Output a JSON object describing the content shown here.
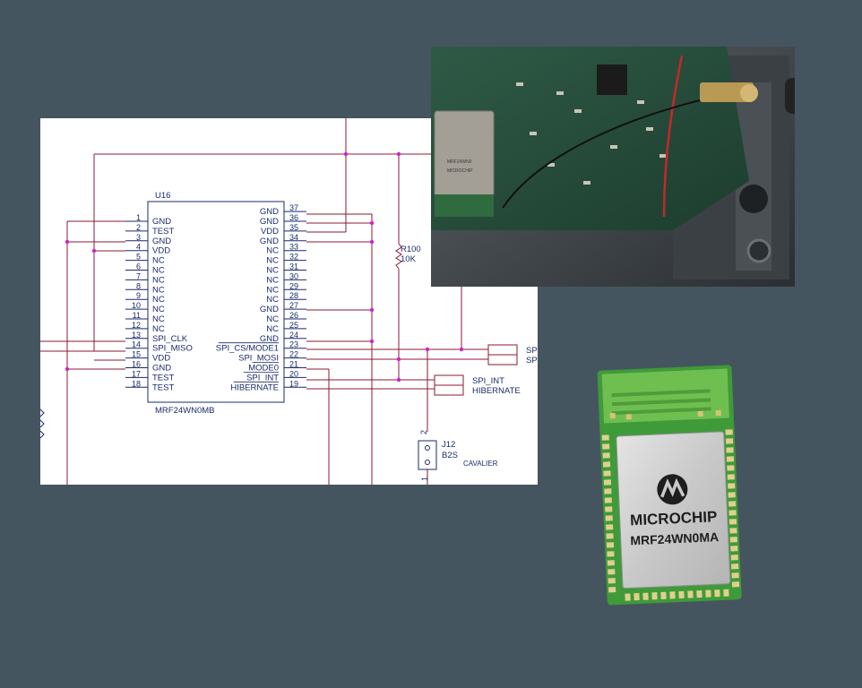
{
  "schematic": {
    "component_ref": "U16",
    "component_name": "MRF24WN0MB",
    "left_pins": [
      {
        "num": "1",
        "name": "GND"
      },
      {
        "num": "2",
        "name": "TEST"
      },
      {
        "num": "3",
        "name": "GND"
      },
      {
        "num": "4",
        "name": "VDD"
      },
      {
        "num": "5",
        "name": "NC"
      },
      {
        "num": "6",
        "name": "NC"
      },
      {
        "num": "7",
        "name": "NC"
      },
      {
        "num": "8",
        "name": "NC"
      },
      {
        "num": "9",
        "name": "NC"
      },
      {
        "num": "10",
        "name": "NC"
      },
      {
        "num": "11",
        "name": "NC"
      },
      {
        "num": "12",
        "name": "NC"
      },
      {
        "num": "13",
        "name": "SPI_CLK"
      },
      {
        "num": "14",
        "name": "SPI_MISO"
      },
      {
        "num": "15",
        "name": "VDD"
      },
      {
        "num": "16",
        "name": "GND"
      },
      {
        "num": "17",
        "name": "TEST"
      },
      {
        "num": "18",
        "name": "TEST"
      }
    ],
    "right_pins": [
      {
        "num": "37",
        "name": "GND"
      },
      {
        "num": "36",
        "name": "GND"
      },
      {
        "num": "35",
        "name": "VDD"
      },
      {
        "num": "34",
        "name": "GND"
      },
      {
        "num": "33",
        "name": "NC"
      },
      {
        "num": "32",
        "name": "NC"
      },
      {
        "num": "31",
        "name": "NC"
      },
      {
        "num": "30",
        "name": "NC"
      },
      {
        "num": "29",
        "name": "NC"
      },
      {
        "num": "28",
        "name": "NC"
      },
      {
        "num": "27",
        "name": "GND"
      },
      {
        "num": "26",
        "name": "NC"
      },
      {
        "num": "25",
        "name": "NC"
      },
      {
        "num": "24",
        "name": "GND"
      },
      {
        "num": "23",
        "name": "SPI_CS/MODE1"
      },
      {
        "num": "22",
        "name": "SPI_MOSI"
      },
      {
        "num": "21",
        "name": "MODE0"
      },
      {
        "num": "20",
        "name": "SPI_INT"
      },
      {
        "num": "19",
        "name": "HIBERNATE"
      }
    ],
    "resistor_ref": "R100",
    "resistor_value": "10K",
    "net_labels": [
      "SP",
      "SP",
      "SPI_INT",
      "HIBERNATE"
    ],
    "connector_ref": "J12",
    "connector_type": "B2S",
    "connector_note": "CAVALIER",
    "connector_pin_top": "2",
    "connector_pin_bottom": "1",
    "colors": {
      "wire": "#8b1a33",
      "junction": "#d020d0",
      "symbol": "#1a2b6b"
    }
  },
  "module": {
    "brand": "MICROCHIP",
    "part": "MRF24WN0MA"
  },
  "photo": {
    "module_label_1": "MRF24WN0",
    "module_label_2": "MICROCHIP"
  }
}
